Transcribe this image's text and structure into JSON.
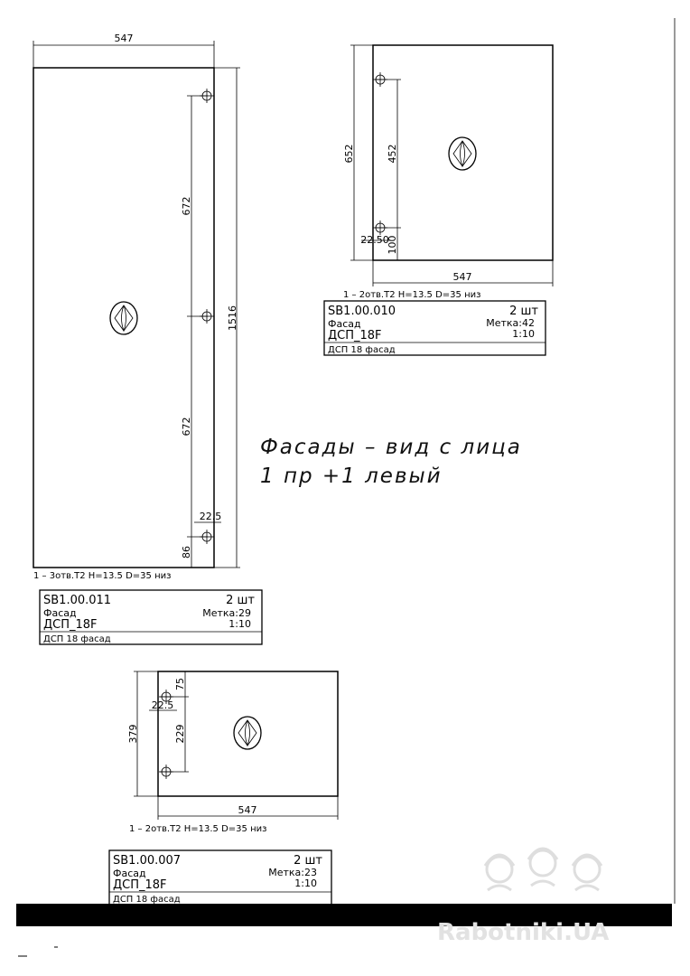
{
  "tall_panel": {
    "width_dim": "547",
    "height_dim": "1516",
    "upper_spacing": "672",
    "lower_spacing": "672",
    "bottom_offset": "86",
    "edge_offset": "22.5",
    "hinge_note": "1 – 3отв.Т2 H=13.5 D=35 низ",
    "title_block": {
      "code": "SB1.00.011",
      "qty": "2 шт",
      "name": "Фасад",
      "mark": "Метка:29",
      "material": "ДСП_18F",
      "scale": "1:10",
      "desc": "ДСП 18 фасад"
    }
  },
  "upper_panel": {
    "width_dim": "547",
    "height_dim": "652",
    "spacing": "452",
    "bottom_offset": "100",
    "edge_offset": "22.50",
    "hinge_note": "1 – 2отв.Т2 H=13.5 D=35 низ",
    "title_block": {
      "code": "SB1.00.010",
      "qty": "2 шт",
      "name": "Фасад",
      "mark": "Метка:42",
      "material": "ДСП_18F",
      "scale": "1:10",
      "desc": "ДСП 18 фасад"
    }
  },
  "lower_panel": {
    "width_dim": "547",
    "height_dim": "379",
    "spacing": "229",
    "top_offset": "75",
    "edge_offset": "22.5",
    "hinge_note": "1 – 2отв.Т2 H=13.5 D=35 низ",
    "title_block": {
      "code": "SB1.00.007",
      "qty": "2 шт",
      "name": "Фасад",
      "mark": "Метка:23",
      "material": "ДСП_18F",
      "scale": "1:10",
      "desc": "ДСП 18 фасад"
    }
  },
  "handwritten_note": {
    "line1": "Фасады – вид с лица",
    "line2": "1 пр +1 левый"
  },
  "watermark": {
    "text": "Rabotniki.UA"
  }
}
